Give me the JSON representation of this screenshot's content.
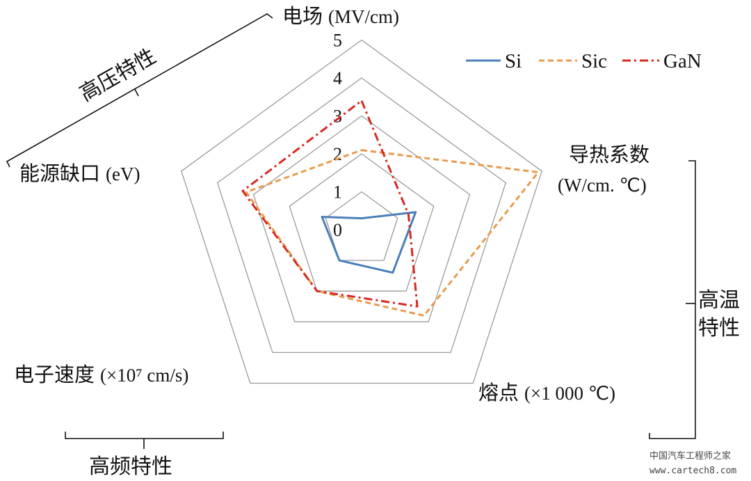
{
  "chart_data": {
    "type": "radar",
    "axes": [
      {
        "name": "电场",
        "unit": "(MV/cm)"
      },
      {
        "name": "导热系数",
        "unit": "(W/cm. ℃)"
      },
      {
        "name": "熔点",
        "unit": "(×1 000 ℃)"
      },
      {
        "name": "电子速度",
        "unit": "(×10⁷ cm/s)"
      },
      {
        "name": "能源缺口",
        "unit": "(eV)"
      }
    ],
    "rlim": [
      0,
      5
    ],
    "ticks": [
      "0",
      "1",
      "2",
      "3",
      "4",
      "5"
    ],
    "series": [
      {
        "name": "Si",
        "values": [
          0.3,
          1.5,
          1.4,
          1.0,
          1.1
        ],
        "color": "#4a7fba",
        "style": "solid"
      },
      {
        "name": "Sic",
        "values": [
          2.1,
          4.9,
          2.8,
          2.0,
          3.2
        ],
        "color": "#ea9a4c",
        "style": "dashed"
      },
      {
        "name": "GaN",
        "values": [
          3.4,
          1.3,
          2.5,
          2.0,
          3.3
        ],
        "color": "#d8281f",
        "style": "dashdot"
      }
    ],
    "groups": [
      {
        "label": "高压特性"
      },
      {
        "label": "高温特性",
        "lines": [
          "高温",
          "特性"
        ]
      },
      {
        "label": "高频特性"
      }
    ],
    "legend_position": "top-right",
    "grid": true
  },
  "watermark": {
    "name": "中国汽车工程师之家",
    "url": "www.cartech8.com"
  }
}
